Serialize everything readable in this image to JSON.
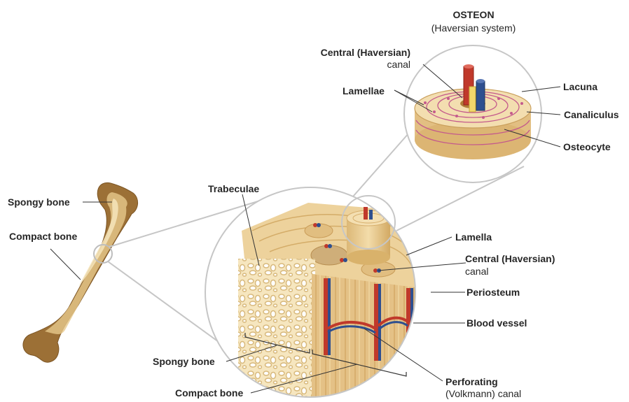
{
  "header": {
    "title": "OSTEON",
    "subtitle": "(Haversian system)"
  },
  "labels": {
    "central_canal_top_line1": "Central (Haversian)",
    "central_canal_top_line2": "canal",
    "lamellae": "Lamellae",
    "lacuna": "Lacuna",
    "canaliculus": "Canaliculus",
    "osteocyte": "Osteocyte",
    "trabeculae": "Trabeculae",
    "spongy_bone_left": "Spongy bone",
    "compact_bone_left": "Compact bone",
    "lamella": "Lamella",
    "central_canal_mid_line1": "Central (Haversian)",
    "central_canal_mid_line2": "canal",
    "periosteum": "Periosteum",
    "blood_vessel": "Blood vessel",
    "spongy_bone_bottom": "Spongy bone",
    "compact_bone_bottom": "Compact bone",
    "perforating_line1": "Perforating",
    "perforating_line2": "(Volkmann) canal"
  },
  "colors": {
    "bone_dark": "#a57a3f",
    "bone_light": "#e6c98d",
    "bone_pale": "#f3dfae",
    "artery": "#c0392b",
    "vein": "#2e4f8f",
    "nerve": "#f2d76b",
    "lacuna_pink": "#c45a8c",
    "periosteum": "#e79a86",
    "leader_line": "#333333",
    "zoom_outline": "#bdbdbd"
  }
}
